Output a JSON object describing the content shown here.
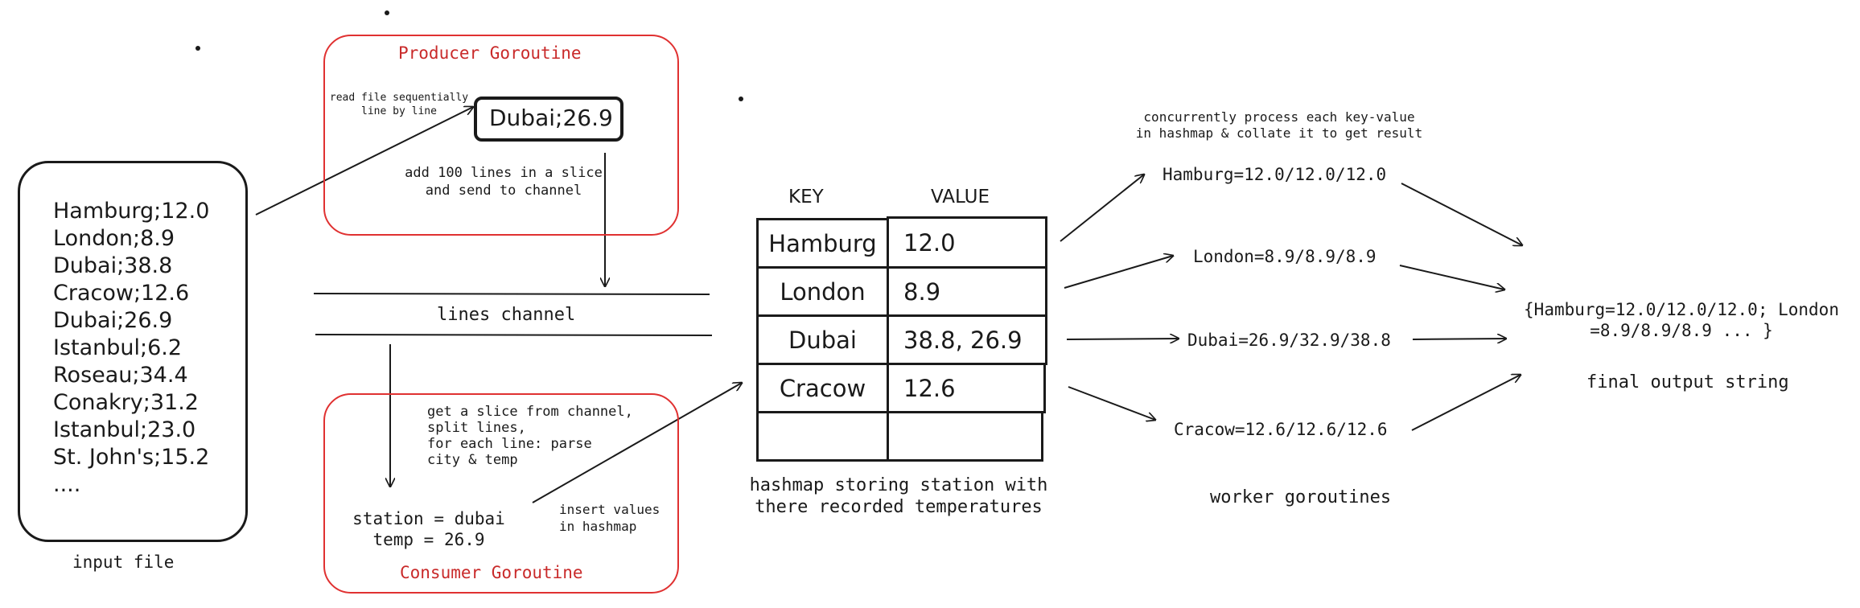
{
  "input_file": {
    "lines": [
      "Hamburg;12.0",
      "London;8.9",
      "Dubai;38.8",
      "Cracow;12.6",
      "Dubai;26.9",
      "Istanbul;6.2",
      "Roseau;34.4",
      "Conakry;31.2",
      "Istanbul;23.0",
      "St. John's;15.2",
      "...."
    ],
    "label": "input file"
  },
  "producer": {
    "title": "Producer Goroutine",
    "read_note_1": "read file sequentially",
    "read_note_2": "line by line",
    "sample_line": "Dubai;26.9",
    "add_note_1": "add 100 lines in a slice",
    "add_note_2": "and send to channel"
  },
  "channel": {
    "label": "lines channel"
  },
  "consumer": {
    "title": "Consumer Goroutine",
    "steps_1": "get a slice from channel,",
    "steps_2": "split lines,",
    "steps_3": "for each line: parse",
    "steps_4": "city & temp",
    "station_line": "station = dubai",
    "temp_line": "temp = 26.9",
    "insert_note_1": "insert values",
    "insert_note_2": "in hashmap"
  },
  "hashmap": {
    "key_header": "KEY",
    "value_header": "VALUE",
    "rows": [
      {
        "key": "Hamburg",
        "value": "12.0"
      },
      {
        "key": "London",
        "value": "8.9"
      },
      {
        "key": "Dubai",
        "value": "38.8, 26.9"
      },
      {
        "key": "Cracow",
        "value": "12.6"
      },
      {
        "key": "",
        "value": ""
      }
    ],
    "caption_1": "hashmap storing station with",
    "caption_2": "there recorded temperatures"
  },
  "workers": {
    "note_1": "concurrently process each key-value",
    "note_2": "in hashmap & collate it to get result",
    "results": [
      "Hamburg=12.0/12.0/12.0",
      "London=8.9/8.9/8.9",
      "Dubai=26.9/32.9/38.8",
      "Cracow=12.6/12.6/12.6"
    ],
    "label": "worker goroutines"
  },
  "output": {
    "line_1": "{Hamburg=12.0/12.0/12.0; London",
    "line_2": "=8.9/8.9/8.9 ... }",
    "label": "final output string"
  },
  "colors": {
    "ink": "#1a1a1a",
    "goroutine_border": "#e03131",
    "goroutine_title": "#c92a2a"
  }
}
